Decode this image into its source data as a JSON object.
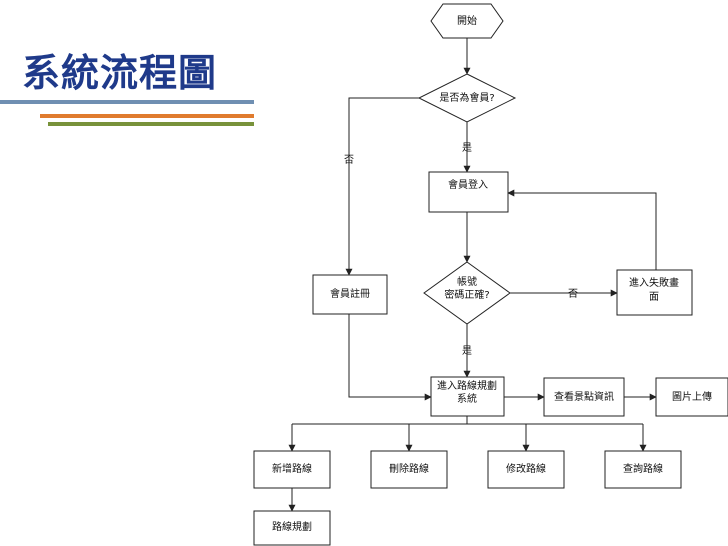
{
  "title": "系統流程圖",
  "nodes": {
    "start": "開始",
    "is_member": "是否為會員?",
    "login": "會員登入",
    "check_pw_line1": "帳號",
    "check_pw_line2": "密碼正確?",
    "register": "會員註冊",
    "fail_line1": "進入失敗畫",
    "fail_line2": "面",
    "route_sys_line1": "進入路線規劃",
    "route_sys_line2": "系統",
    "view_info": "查看景點資訊",
    "upload": "圖片上傳",
    "add_route": "新增路線",
    "delete_route": "刪除路線",
    "edit_route": "修改路線",
    "query_route": "查詢路線",
    "plan_route": "路線規劃"
  },
  "edges": {
    "member_yes": "是",
    "member_no": "否",
    "pw_yes": "是",
    "pw_no": "否"
  }
}
